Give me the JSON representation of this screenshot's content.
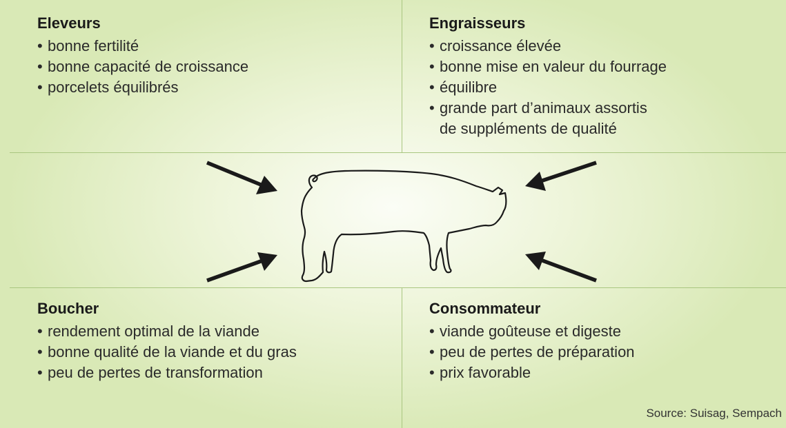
{
  "quadrants": {
    "eleveurs": {
      "title": "Eleveurs",
      "items": [
        "bonne fertilité",
        "bonne capacité de croissance",
        "porcelets équilibrés"
      ]
    },
    "engraisseurs": {
      "title": "Engraisseurs",
      "items": [
        "croissance élevée",
        "bonne mise en valeur du fourrage",
        "équilibre",
        "grande part d’animaux assortis\nde suppléments de qualité"
      ]
    },
    "boucher": {
      "title": "Boucher",
      "items": [
        "rendement optimal de la viande",
        "bonne qualité de la viande et du gras",
        "peu de pertes de transformation"
      ]
    },
    "consommateur": {
      "title": "Consommateur",
      "items": [
        "viande goûteuse et digeste",
        "peu de pertes de préparation",
        "prix favorable"
      ]
    }
  },
  "bullet": "•",
  "source": "Source: Suisag, Sempach",
  "center_icon": "pig-silhouette-icon",
  "arrow_icon": "arrow-icon",
  "colors": {
    "background_center": "#fbfdf6",
    "background_edge": "#d9e9b6",
    "divider": "#a9c680",
    "text": "#1a1a1a",
    "arrow": "#1a1a1a"
  }
}
